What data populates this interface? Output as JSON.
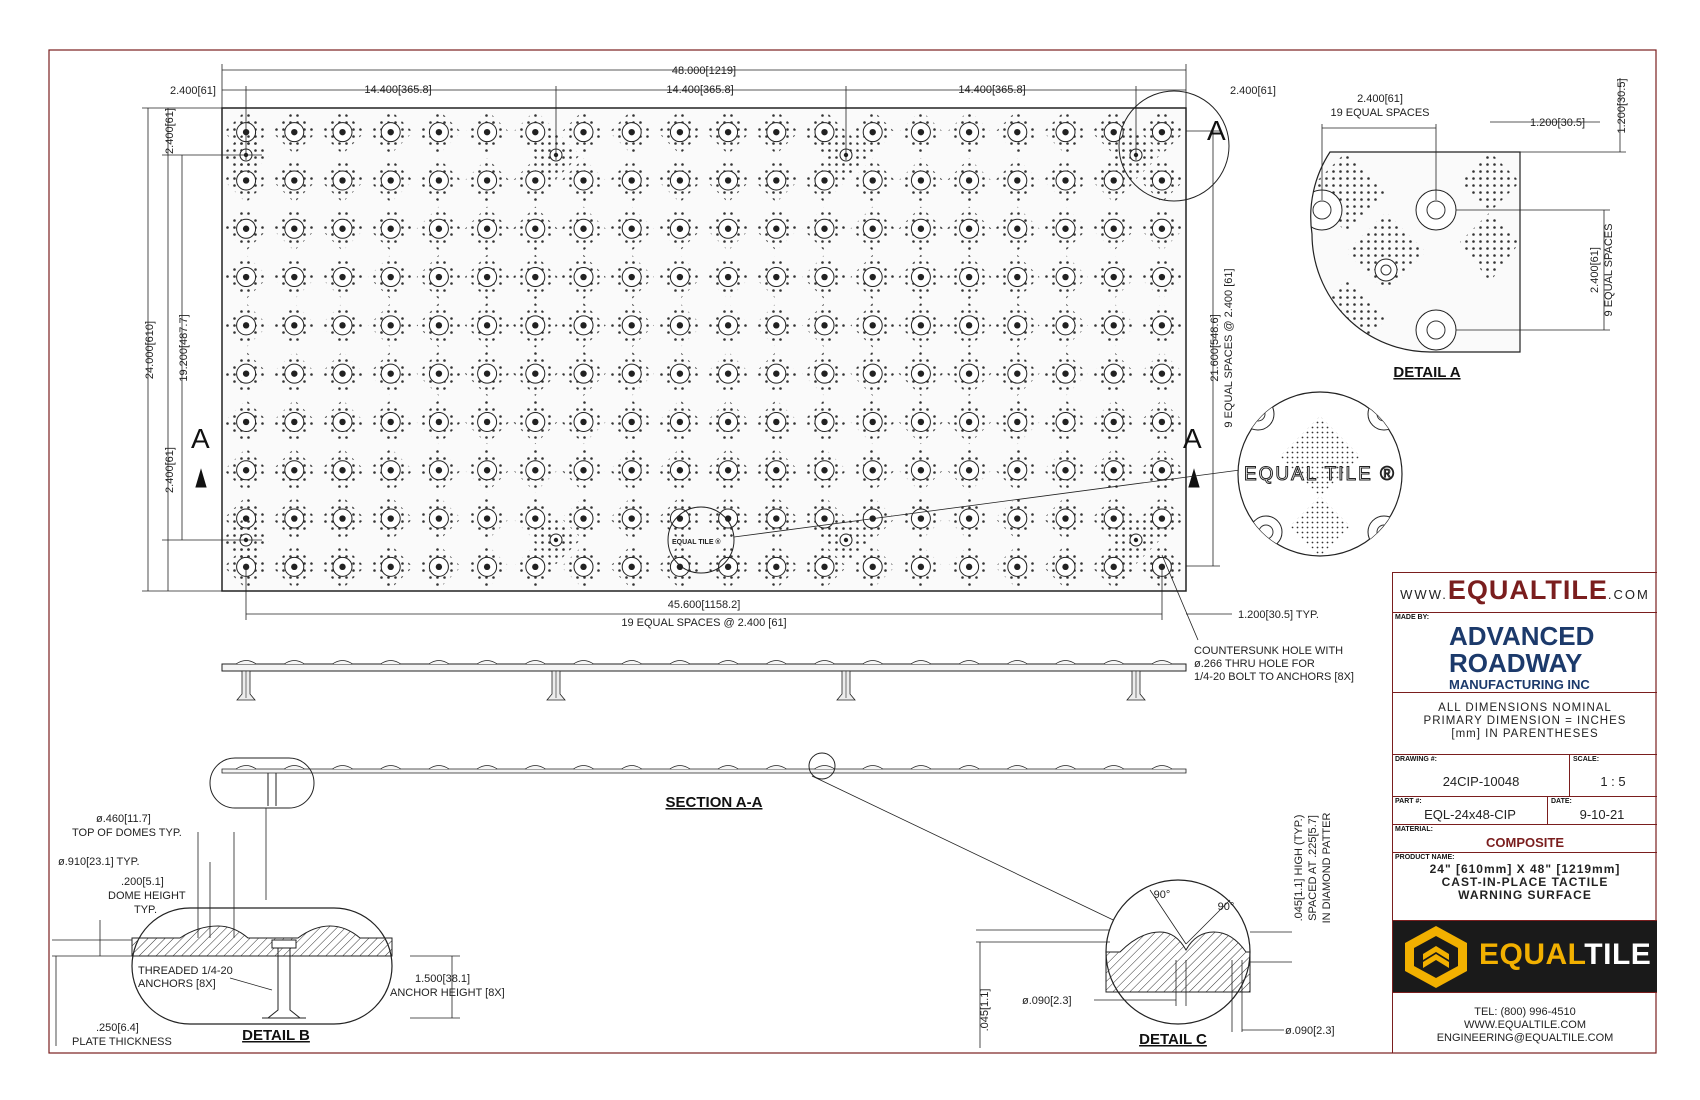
{
  "dimensions": {
    "overall_width": "48.000[1219]",
    "end_space_left": "2.400[61]",
    "end_space_right": "2.400[61]",
    "anchor_space_1": "14.400[365.8]",
    "anchor_space_2": "14.400[365.8]",
    "anchor_space_3": "14.400[365.8]",
    "overall_height": "24.000[610]",
    "top_offset": "2.400[61]",
    "anchor_vertical": "19.200[487.7]",
    "bottom_offset": "2.400[61]",
    "vertical_spacing": "21.600[548.6]",
    "vertical_spacing_note": "9 EQUAL SPACES @ 2.400 [61]",
    "horizontal_spacing": "45.600[1158.2]",
    "horizontal_spacing_note": "19 EQUAL SPACES @ 2.400 [61]",
    "edge_offset": "1.200[30.5] TYP."
  },
  "section_marks": {
    "left": "A",
    "right": "A",
    "detail_mark": "A"
  },
  "countersink_note": [
    "COUNTERSUNK HOLE WITH",
    "ø.266 THRU HOLE FOR",
    "1/4-20 BOLT TO ANCHORS [8X]"
  ],
  "logo_callout": "EQUAL TILE ®",
  "detail_a": {
    "title": "DETAIL A",
    "top_dim": "2.400[61]",
    "top_note": "19 EQUAL SPACES",
    "edge_dim": "1.200[30.5]",
    "right_dim": "1.200[30.5]",
    "side_dim": "2.400[61]",
    "side_note": "9 EQUAL SPACES"
  },
  "section_aa": {
    "title": "SECTION A-A"
  },
  "detail_b": {
    "title": "DETAIL B",
    "dome_top": "ø.460[11.7]",
    "dome_top_note": "TOP OF DOMES TYP.",
    "dome_base": "ø.910[23.1] TYP.",
    "dome_height": ".200[5.1]",
    "dome_height_note1": "DOME HEIGHT",
    "dome_height_note2": "TYP.",
    "anchors_note1": "THREADED 1/4-20",
    "anchors_note2": "ANCHORS [8X]",
    "anchor_height": "1.500[38.1]",
    "anchor_height_note": "ANCHOR HEIGHT [8X]",
    "plate_thickness": ".250[6.4]",
    "plate_thickness_note": "PLATE THICKNESS"
  },
  "detail_c": {
    "title": "DETAIL C",
    "angle_left": "90°",
    "angle_right": "90°",
    "note1": ".045[1.1] HIGH (TYP.)",
    "note2": "SPACED AT .225[5.7]",
    "note3": "IN DIAMOND PATTER",
    "dia_left": "ø.090[2.3]",
    "dia_right": "ø.090[2.3]",
    "height": ".045[1.1]"
  },
  "title_block": {
    "web_pre": "WWW.",
    "web_main": "EQUALTILE",
    "web_post": ".COM",
    "made_by_caption": "MADE BY:",
    "maker_line1": "ADVANCED",
    "maker_line2": "ROADWAY",
    "maker_line3": "MANUFACTURING INC",
    "note_line1": "ALL DIMENSIONS NOMINAL",
    "note_line2": "PRIMARY DIMENSION = INCHES",
    "note_line3": "[mm] IN PARENTHESES",
    "drawing_caption": "DRAWING #:",
    "drawing_no": "24CIP-10048",
    "scale_caption": "SCALE:",
    "scale": "1 : 5",
    "part_caption": "PART #:",
    "part_no": "EQL-24x48-CIP",
    "date_caption": "DATE:",
    "date": "9-10-21",
    "material_caption": "MATERIAL:",
    "material": "COMPOSITE",
    "product_caption": "PRODUCT NAME:",
    "product_line1": "24\" [610mm] X 48\" [1219mm]",
    "product_line2": "CAST-IN-PLACE TACTILE",
    "product_line3": "WARNING SURFACE",
    "logo_text_1": "EQUAL",
    "logo_text_2": "TILE",
    "tel": "TEL: (800) 996-4510",
    "site": "WWW.EQUALTILE.COM",
    "email": "ENGINEERING@EQUALTILE.COM"
  },
  "colors": {
    "border": "#7a1e1e",
    "brand_red": "#7a1e1e",
    "brand_blue": "#1c3a6b",
    "logo_gold": "#f2b000",
    "logo_dark": "#222222"
  }
}
